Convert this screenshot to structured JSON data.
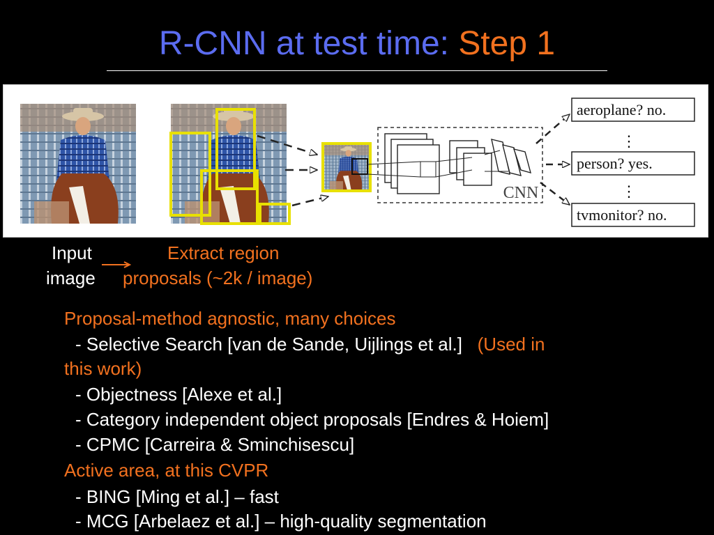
{
  "title": {
    "main": "R-CNN at test time: ",
    "step": "Step 1"
  },
  "figure": {
    "cnn_label": "CNN",
    "outputs": [
      "aeroplane? no.",
      "person? yes.",
      "tvmonitor? no."
    ],
    "ellipsis": "⋮"
  },
  "captions": {
    "input_line1": "Input",
    "input_line2": "image",
    "extract_line1": "Extract region",
    "extract_line2": "proposals (~2k / image)"
  },
  "bullets": {
    "heading1": "Proposal-method agnostic, many choices",
    "item1_text": "- Selective Search [van de Sande, Uijlings et al.]",
    "item1_note": "(Used in",
    "item1_cont": "this work)",
    "item2": "- Objectness [Alexe et al.]",
    "item3": "- Category independent object proposals [Endres & Hoiem]",
    "item4": "- CPMC [Carreira & Sminchisescu]",
    "heading2": "Active area, at this CVPR",
    "item5": "- BING [Ming et al.] – fast",
    "item6": "- MCG [Arbelaez et al.] – high-quality segmentation"
  },
  "colors": {
    "title_blue": "#5b6cf0",
    "accent_orange": "#f2711f",
    "proposal_yellow": "#e8e000"
  }
}
